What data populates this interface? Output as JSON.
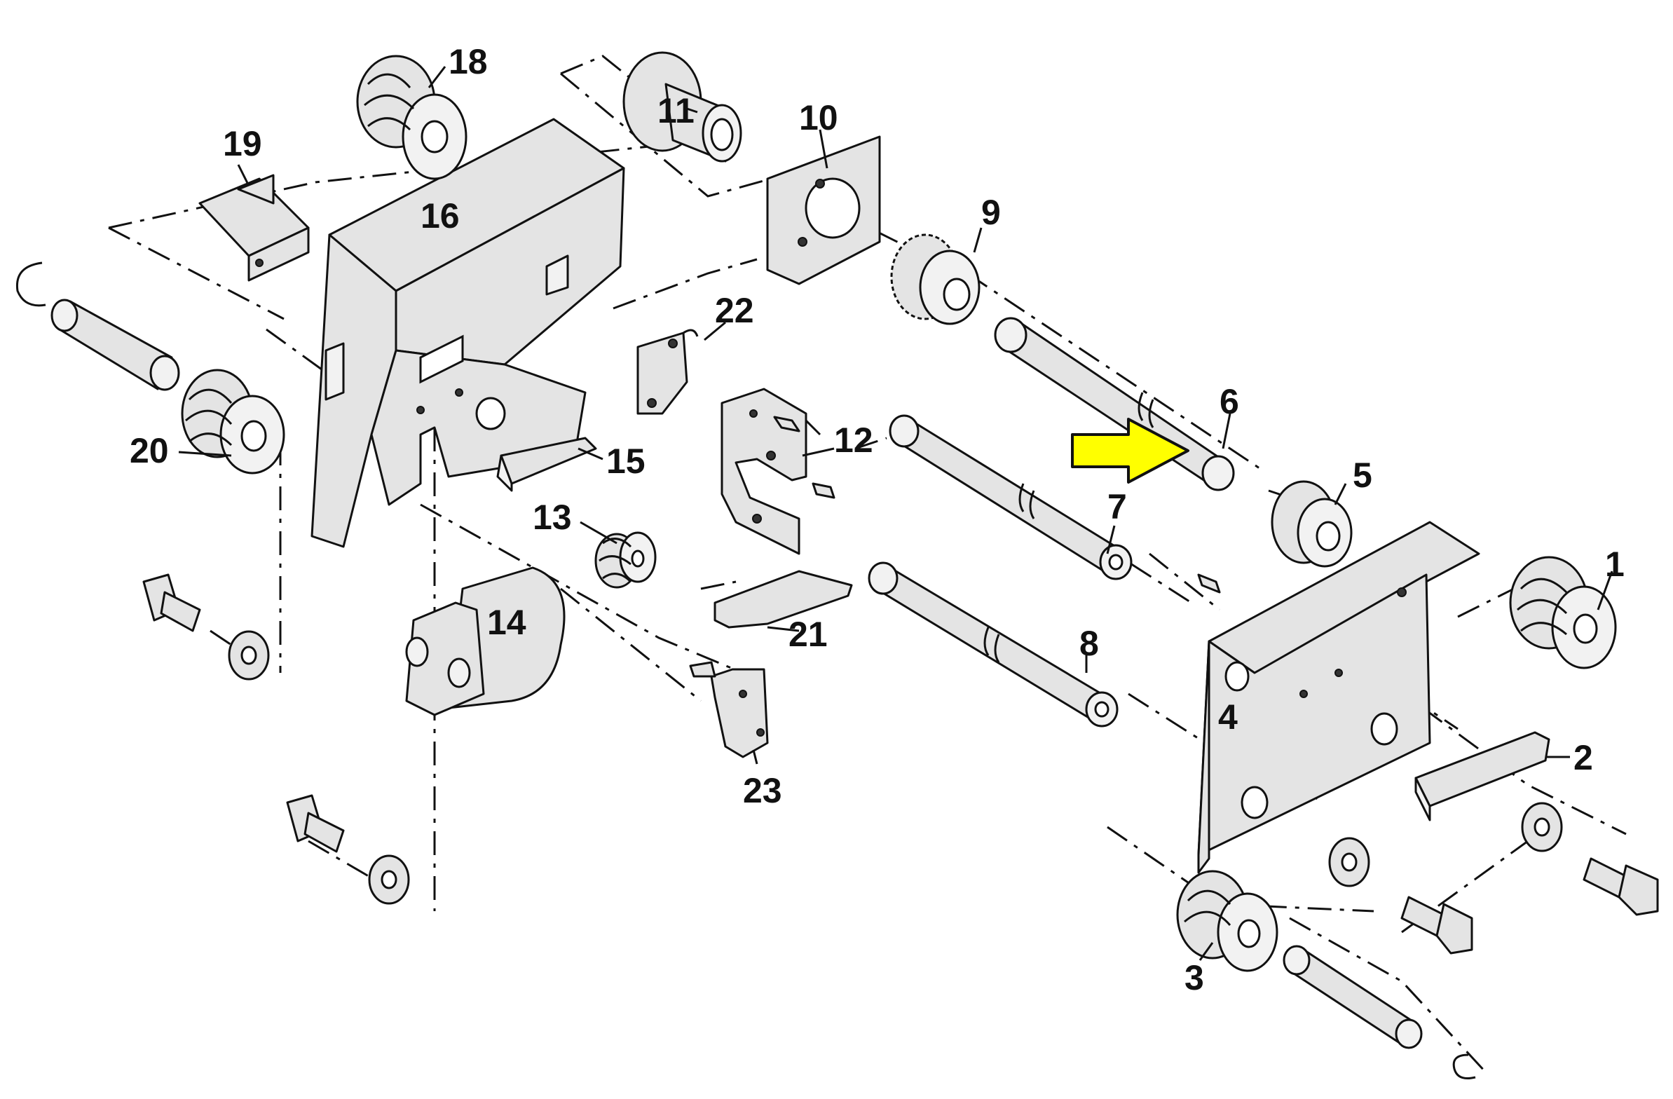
{
  "labels": {
    "p1": "1",
    "p2": "2",
    "p3": "3",
    "p4": "4",
    "p5": "5",
    "p6": "6",
    "p7": "7",
    "p8": "8",
    "p9": "9",
    "p10": "10",
    "p11": "11",
    "p12": "12",
    "p13": "13",
    "p14": "14",
    "p15": "15",
    "p16": "16",
    "p18": "18",
    "p19": "19",
    "p20": "20",
    "p21": "21",
    "p22": "22",
    "p23": "23"
  },
  "colors": {
    "highlight_arrow": "#ffff00",
    "line": "#111111",
    "fill": "#e4e4e4"
  },
  "highlight": {
    "points_to": "6",
    "icon": "yellow-arrow-icon"
  }
}
